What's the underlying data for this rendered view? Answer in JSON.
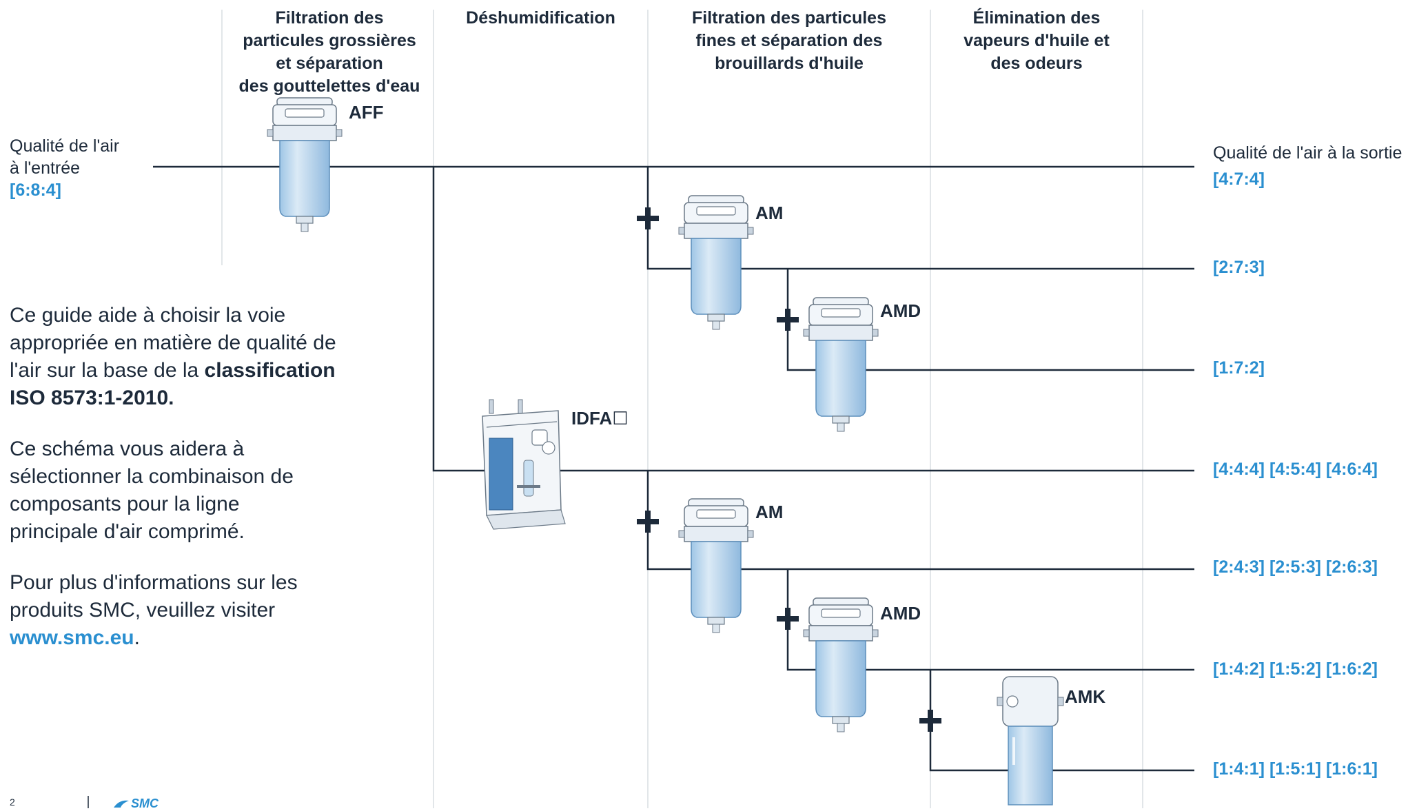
{
  "columns": [
    {
      "name": "col-head-coarse",
      "text": "Filtration des\nparticules grossières\net séparation\ndes gouttelettes d'eau"
    },
    {
      "name": "col-head-dehumid",
      "text": "Déshumidification"
    },
    {
      "name": "col-head-fine",
      "text": "Filtration des particules\nfines et séparation des\nbrouillards d'huile"
    },
    {
      "name": "col-head-vapour",
      "text": "Élimination des\nvapeurs d'huile et\ndes odeurs"
    }
  ],
  "inlet": {
    "line1": "Qualité de l'air",
    "line2": "à l'entrée",
    "class": "[6:8:4]"
  },
  "outlet": {
    "title": "Qualité de l'air à la sortie"
  },
  "outputs": [
    "[4:7:4]",
    "[2:7:3]",
    "[1:7:2]",
    "[4:4:4] [4:5:4] [4:6:4]",
    "[2:4:3] [2:5:3] [2:6:3]",
    "[1:4:2] [1:5:2] [1:6:2]",
    "[1:4:1] [1:5:1] [1:6:1]"
  ],
  "components": {
    "aff": "AFF",
    "am1": "AM",
    "amd1": "AMD",
    "idfa": "IDFA☐",
    "am2": "AM",
    "amd2": "AMD",
    "amk": "AMK"
  },
  "intro": {
    "p1_text": "Ce guide aide à choisir la voie appropriée en matière de qualité de l'air sur la base de la ",
    "p1_bold": "classification ISO 8573:1-2010.",
    "p2": "Ce schéma vous aidera à sélectionner la combinaison de composants pour la ligne principale d'air comprimé.",
    "p3_text": "Pour plus d'informations sur les produits SMC, veuillez visiter ",
    "p3_link": "www.smc.eu",
    "p3_end": "."
  },
  "footer": {
    "page_number": "2",
    "logo_text": "SMC"
  },
  "colors": {
    "line": "#1d2a3a",
    "accent": "#2a8fd0",
    "filter_body": "#c9e0f2"
  }
}
